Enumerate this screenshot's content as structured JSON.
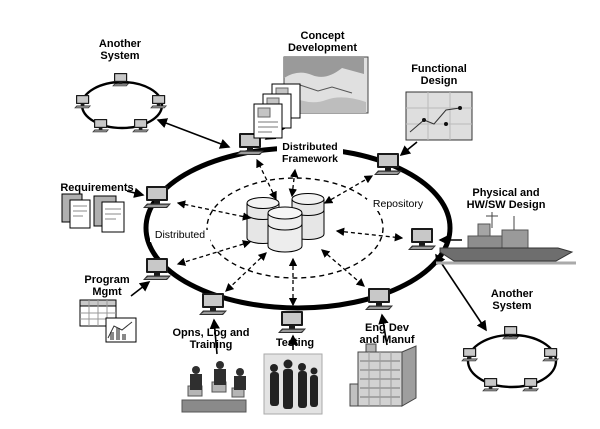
{
  "labels": {
    "another_system_top": "Another System",
    "concept_development": "Concept Development",
    "functional_design": "Functional Design",
    "distributed_framework": "Distributed Framework",
    "requirements": "Requirements",
    "repository": "Repository",
    "physical_design": "Physical and HW/SW Design",
    "distributed": "Distributed",
    "program_mgmt": "Program Mgmt",
    "opns_log": "Opns, Log and Training",
    "testing": "Testing",
    "eng_dev": "Eng Dev and Manuf",
    "another_system_bottom": "Another System"
  },
  "icons": {
    "workstation": "desktop-computer-icon",
    "database": "database-cylinder-icon",
    "network": "lan-ring-of-computers-icon",
    "documents": "document-stack-icon",
    "map": "map-image",
    "ship": "navy-ship-image",
    "spreadsheet": "spreadsheet-and-chart-icon",
    "building": "factory-building-image",
    "people": "people-silhouettes-image"
  },
  "colors": {
    "line": "#000000",
    "ring": "#000000",
    "gray_fill": "#dcdcdc",
    "background": "#ffffff"
  }
}
